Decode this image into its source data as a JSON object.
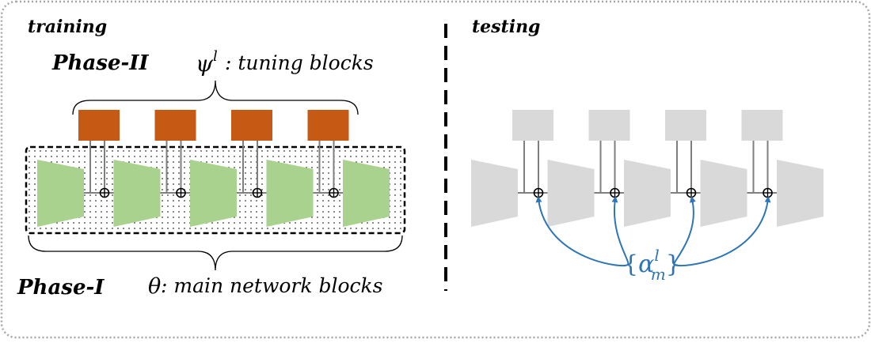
{
  "training": {
    "heading": "training",
    "phase2_label": "Phase-II",
    "phase2_symbol": "ψ",
    "phase2_superscript": "l",
    "phase2_desc": ": tuning blocks",
    "phase1_label": "Phase-I",
    "phase1_symbol": "θ",
    "phase1_desc": ": main network blocks"
  },
  "testing": {
    "heading": "testing",
    "alpha_open": "{",
    "alpha_symbol": "α",
    "alpha_superscript": "l",
    "alpha_subscript": "m",
    "alpha_close": "}"
  },
  "plus_symbol": "+",
  "colors": {
    "main_block": "#a8d28d",
    "tuning_block": "#c65a14",
    "inactive_block": "#d9d9d9",
    "alpha_arrows": "#2e75b6",
    "connector": "#7f7f7f",
    "border": "#a6a6a6"
  }
}
